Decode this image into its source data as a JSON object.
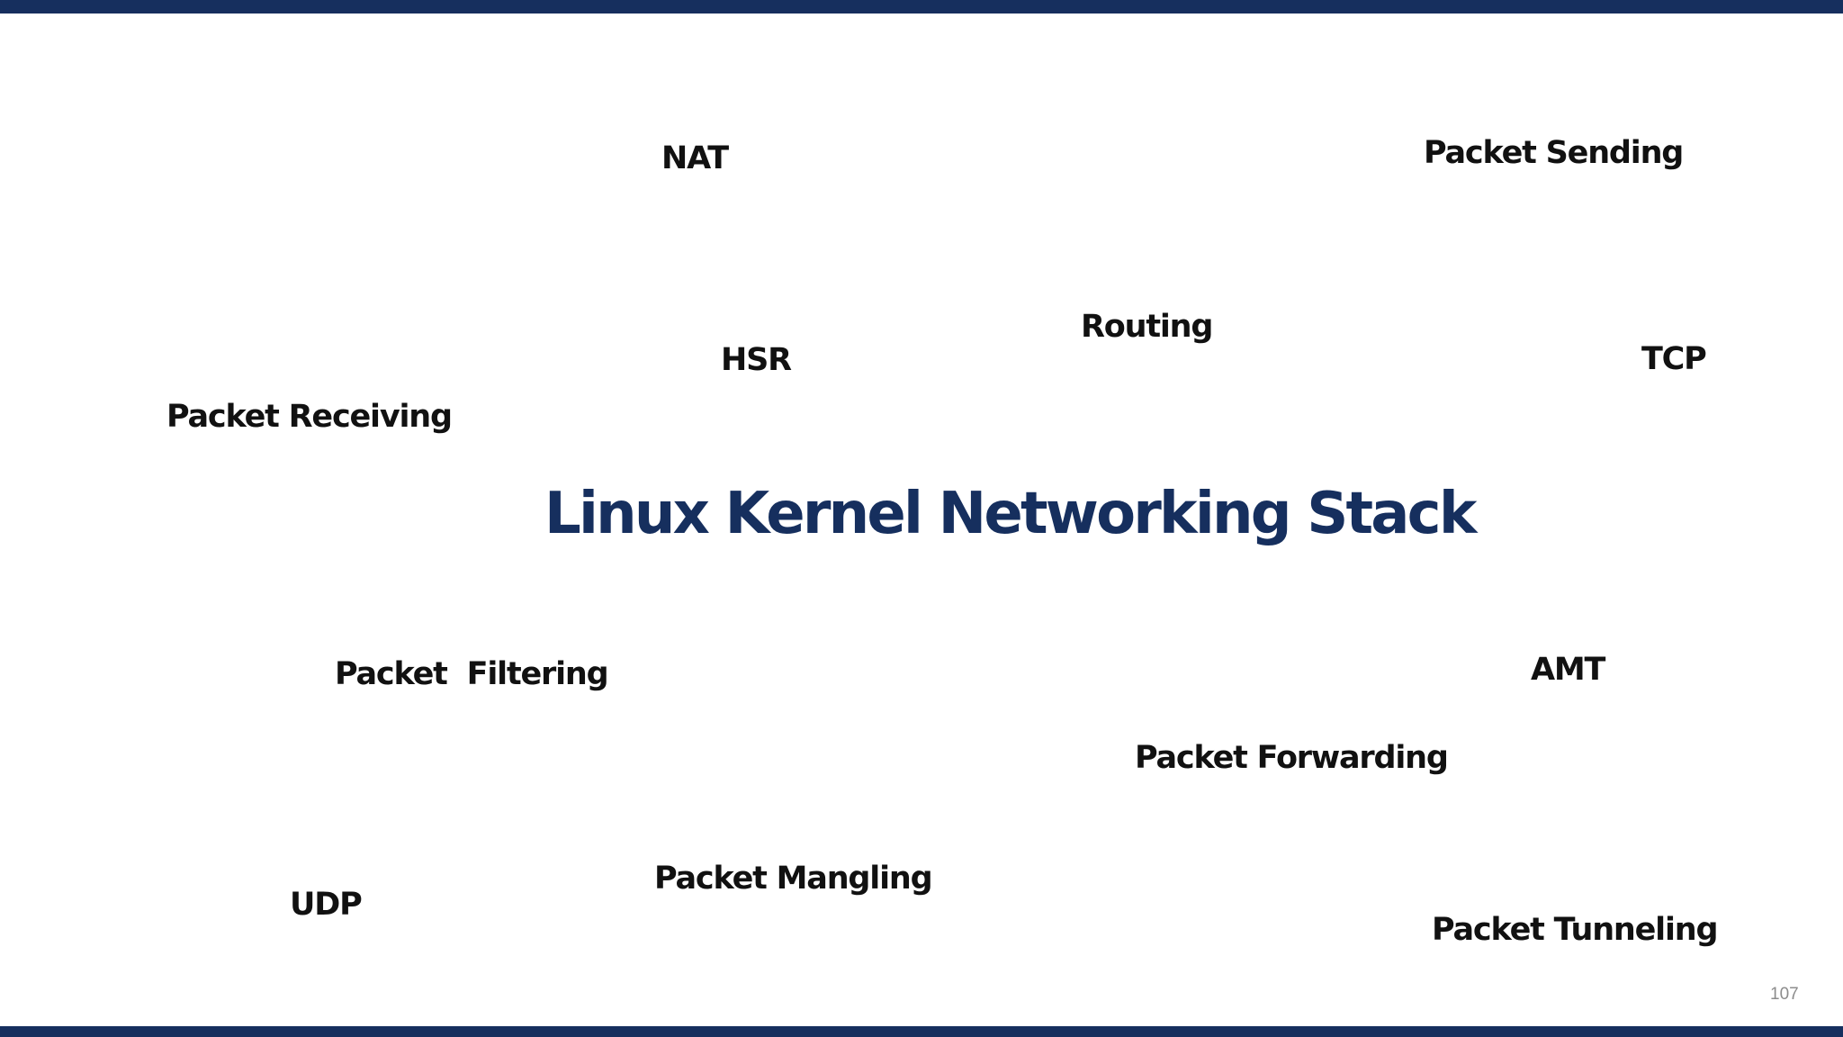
{
  "slide": {
    "title": "Linux Kernel Networking Stack",
    "page_number": "107",
    "accent_color": "#162f5e",
    "terms": [
      {
        "id": "nat",
        "text": "NAT"
      },
      {
        "id": "packet-sending",
        "text": "Packet Sending"
      },
      {
        "id": "routing",
        "text": "Routing"
      },
      {
        "id": "hsr",
        "text": "HSR"
      },
      {
        "id": "tcp",
        "text": "TCP"
      },
      {
        "id": "packet-receiving",
        "text": "Packet Receiving"
      },
      {
        "id": "packet-filtering",
        "text": "Packet  Filtering"
      },
      {
        "id": "amt",
        "text": "AMT"
      },
      {
        "id": "packet-forwarding",
        "text": "Packet Forwarding"
      },
      {
        "id": "packet-mangling",
        "text": "Packet Mangling"
      },
      {
        "id": "udp",
        "text": "UDP"
      },
      {
        "id": "packet-tunneling",
        "text": "Packet Tunneling"
      }
    ]
  }
}
